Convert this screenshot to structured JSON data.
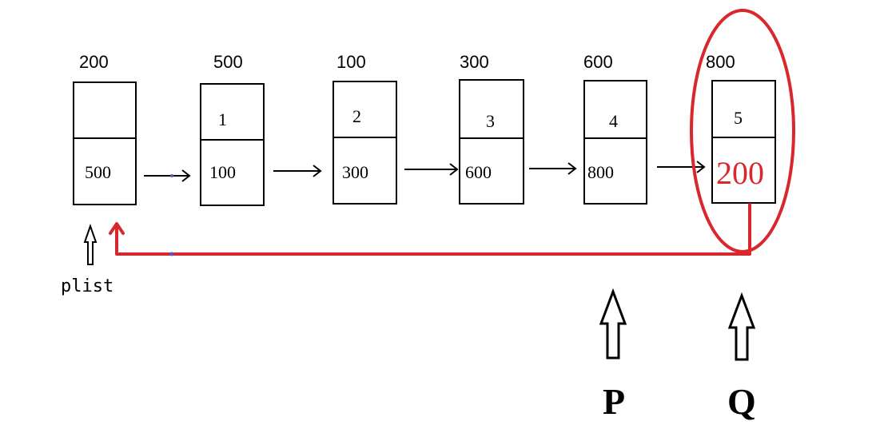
{
  "nodes": [
    {
      "address": "200",
      "data": "",
      "next": "500"
    },
    {
      "address": "500",
      "data": "1",
      "next": "100"
    },
    {
      "address": "100",
      "data": "2",
      "next": "300"
    },
    {
      "address": "300",
      "data": "3",
      "next": "600"
    },
    {
      "address": "600",
      "data": "4",
      "next": "800"
    },
    {
      "address": "800",
      "data": "5",
      "next": "200"
    }
  ],
  "pointers": {
    "head": "plist",
    "p": "P",
    "q": "Q"
  },
  "colors": {
    "highlight": "#d9272e",
    "stroke": "#000000"
  }
}
